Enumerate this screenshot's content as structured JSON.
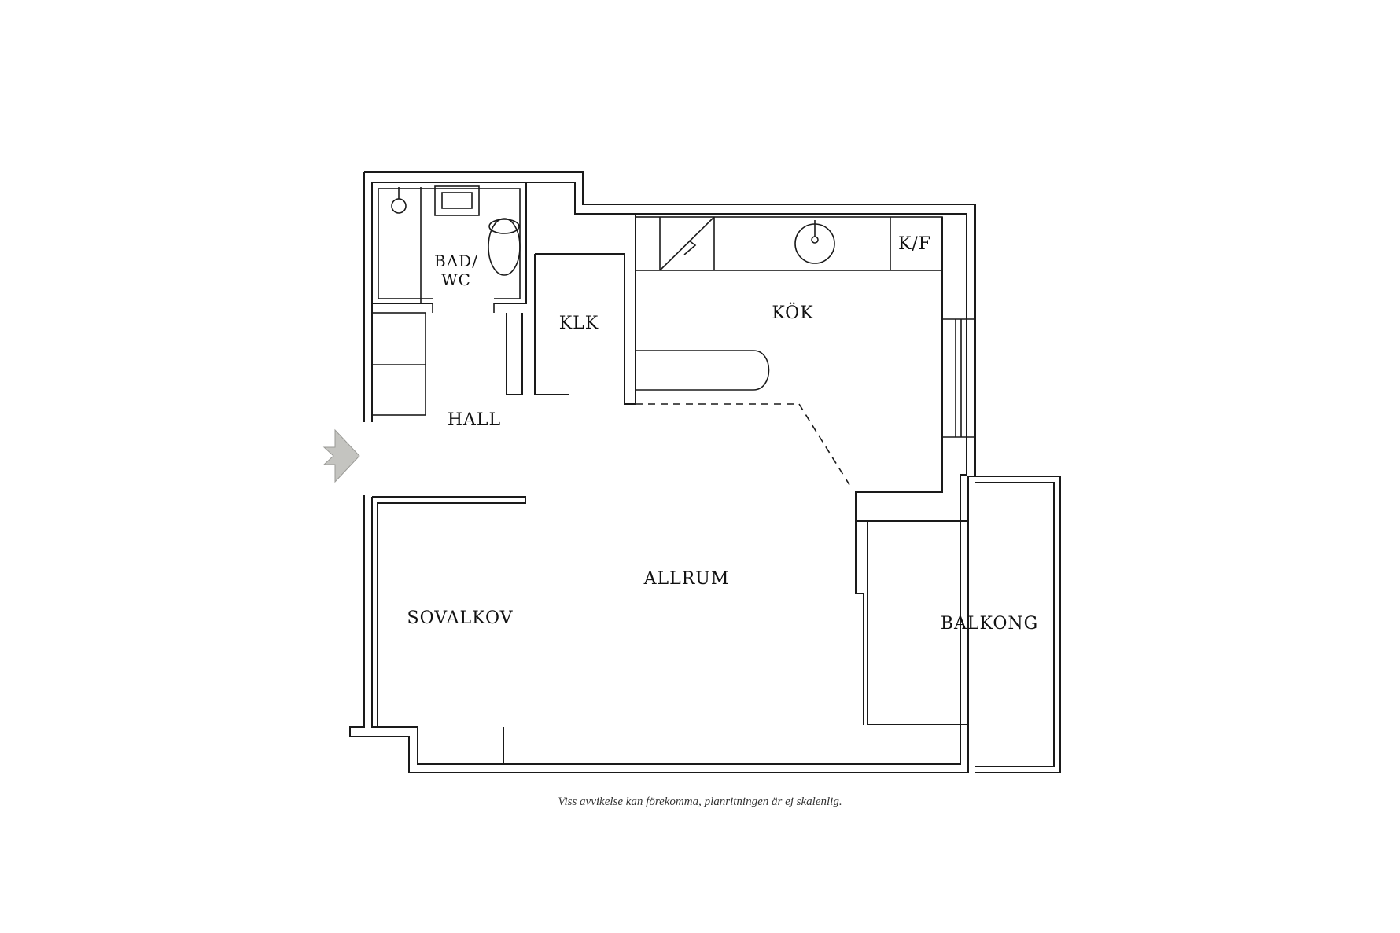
{
  "rooms": {
    "bad_wc_line1": "BAD/",
    "bad_wc_line2": "WC",
    "klk": "KLK",
    "kok": "KÖK",
    "kf": "K/F",
    "hall": "HALL",
    "allrum": "ALLRUM",
    "sovalkov": "SOVALKOV",
    "balkong": "BALKONG"
  },
  "caption": "Viss avvikelse kan förekomma, planritningen är ej skalenlig.",
  "colors": {
    "wall": "#1a1a1a",
    "entrance_arrow": "#c4c4c0",
    "background": "#ffffff"
  },
  "icons": {
    "entrance": "entrance-arrow-icon",
    "toilet": "toilet-icon",
    "washbasin": "washbasin-icon",
    "shower": "shower-icon",
    "sink": "kitchen-sink-icon",
    "stove": "stove-icon"
  }
}
